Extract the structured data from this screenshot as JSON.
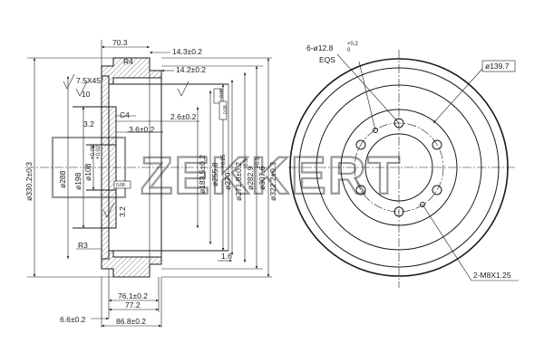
{
  "watermark": {
    "brand": "ZEKKERT"
  },
  "side_view": {
    "top": {
      "d1": "70.3",
      "d2": "14.3±0.2",
      "d3": "14.2±0.2",
      "r4": "R4"
    },
    "chamfer": "7.5X45°",
    "roughness_10": "10",
    "c4": "C4",
    "d_26": "2.6±0.2",
    "d_36": "3.6±0.2",
    "d_32a": "3.2",
    "d_32b": "3.2",
    "r3": "R3",
    "d_16": "1.6",
    "dia_left": {
      "d330": "ø330.2±0.3",
      "d288": "ø288",
      "d198": "ø198",
      "d108": "ø108",
      "d108_tol_up": "+0.08",
      "d108_tol_dn": "+0.02"
    },
    "dia_right": {
      "d183": "ø183.5±0.2",
      "d255": "ø255.8",
      "d270": "ø270",
      "d270_tol": "+0.25",
      "d271": "ø271.8±0.2",
      "d282": "ø282.9",
      "d282_tol": "-0.5",
      "d307": "ø307.6",
      "d307_tol": "+0.5",
      "d322": "ø322.2±0.3"
    },
    "boxed_marks": [
      "0.08",
      "0.08",
      "0.08"
    ],
    "bottom": {
      "d76": "76.1±0.2",
      "d77": "77.2",
      "d66": "6.6±0.2",
      "d86": "86.8±0.2"
    }
  },
  "front_view": {
    "holes": "6-ø12.8",
    "holes_tol": "+0.2",
    "holes_tol_dn": "0",
    "eq": "EQS",
    "pcd": "ø139.7",
    "thread": "2-M8X1.25"
  }
}
